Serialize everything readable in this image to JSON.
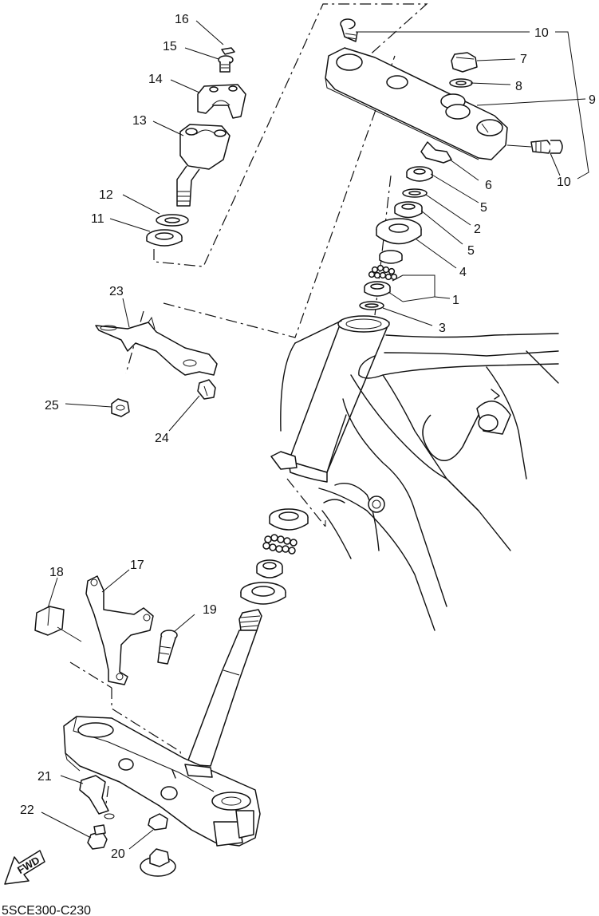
{
  "diagram": {
    "code": "5SCE300-C230",
    "fwd_label": "FWD",
    "callouts": {
      "c1": "1",
      "c2": "2",
      "c3": "3",
      "c4": "4",
      "c5a": "5",
      "c5b": "5",
      "c6": "6",
      "c7": "7",
      "c8": "8",
      "c9": "9",
      "c10a": "10",
      "c10b": "10",
      "c11": "11",
      "c12": "12",
      "c13": "13",
      "c14": "14",
      "c15": "15",
      "c16": "16",
      "c17": "17",
      "c18": "18",
      "c19": "19",
      "c20": "20",
      "c21": "21",
      "c22": "22",
      "c23": "23",
      "c24": "24",
      "c25": "25"
    }
  }
}
